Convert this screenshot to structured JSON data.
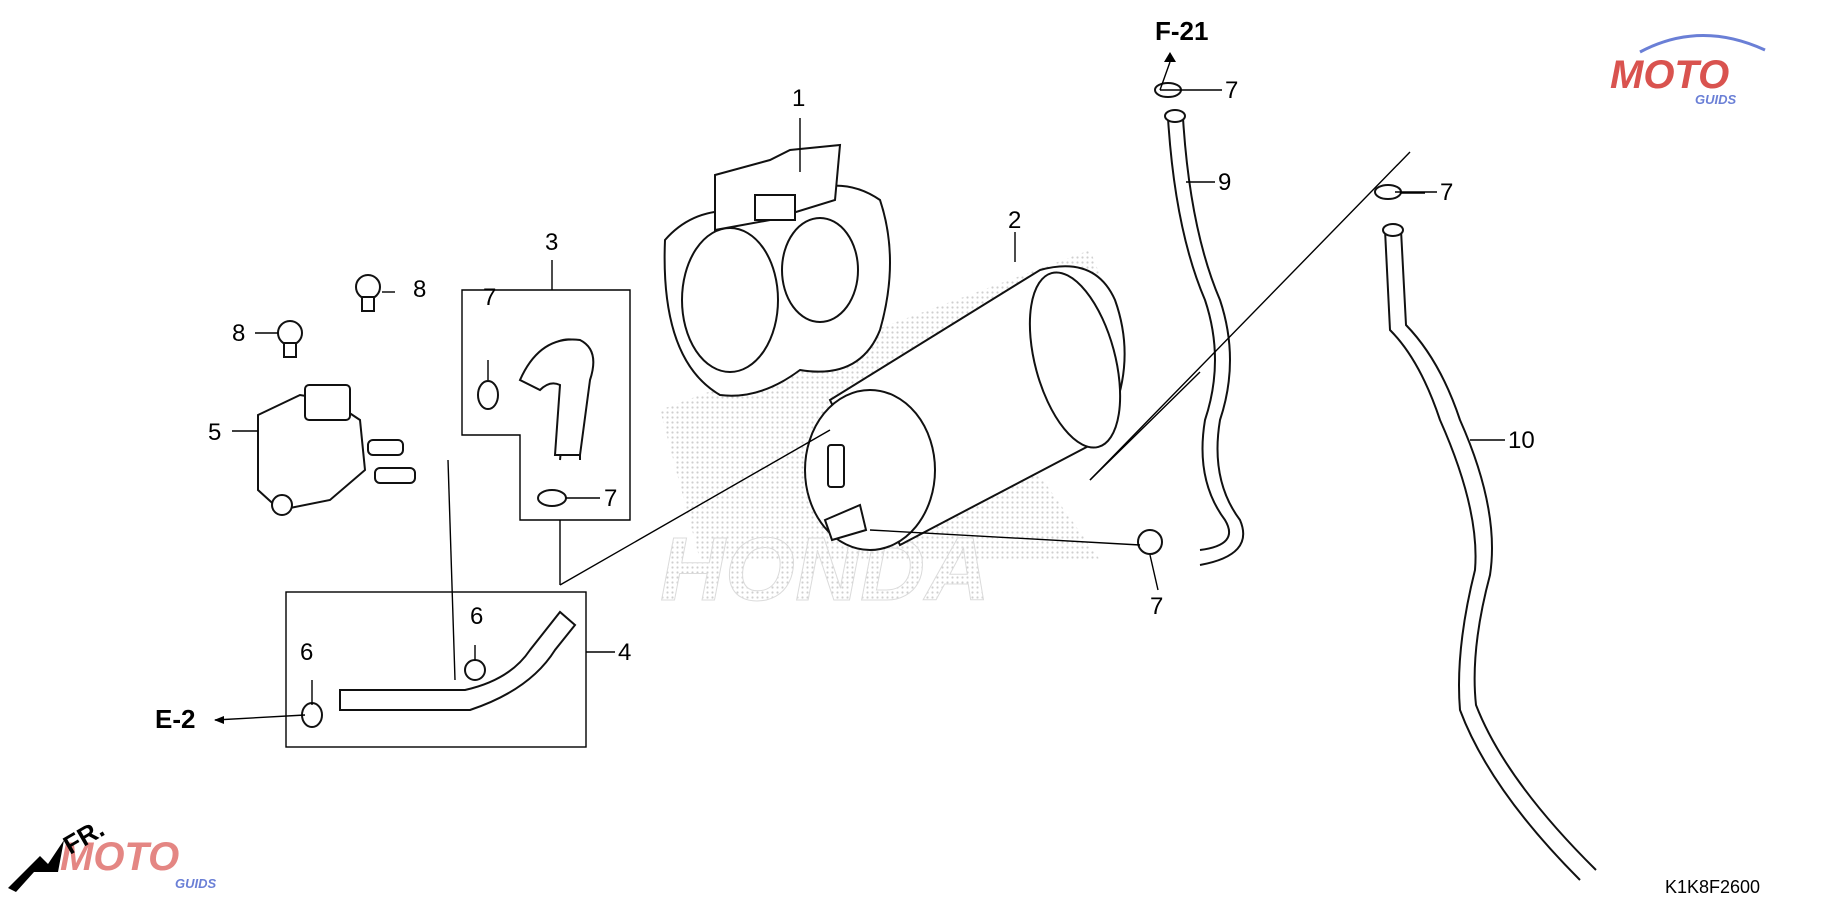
{
  "diagram": {
    "drawing_code": "K1K8F2600",
    "watermark": {
      "brand": "MOTO",
      "sub": "GUIDS",
      "center_brand": "HONDA"
    },
    "refs": {
      "f21": "F-21",
      "e2": "E-2",
      "fr": "FR."
    },
    "parts": {
      "p1": "1",
      "p2": "2",
      "p3": "3",
      "p4": "4",
      "p5": "5",
      "p6a": "6",
      "p6b": "6",
      "p7a": "7",
      "p7b": "7",
      "p7c": "7",
      "p7d": "7",
      "p7e": "7",
      "p8a": "8",
      "p8b": "8",
      "p9": "9",
      "p10": "10"
    },
    "colors": {
      "ink": "#000000",
      "watermark_red": "#d9534f",
      "watermark_blue": "#6a7fd6"
    }
  }
}
